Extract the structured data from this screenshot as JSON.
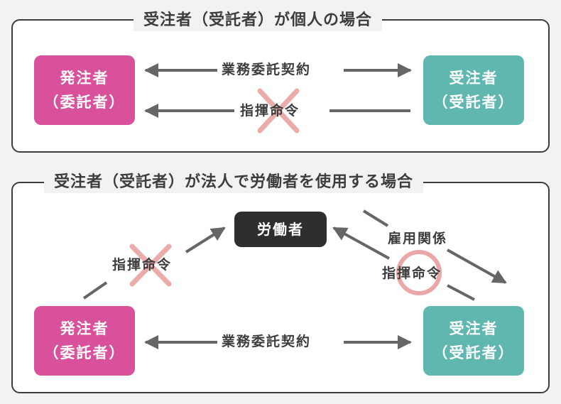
{
  "section1": {
    "title": "受注者（受託者）が個人の場合",
    "client_line1": "発注者",
    "client_line2": "（委託者）",
    "contractor_line1": "受注者",
    "contractor_line2": "（受託者）",
    "contract_label": "業務委託契約",
    "command_label": "指揮命令"
  },
  "section2": {
    "title": "受注者（受託者）が法人で労働者を使用する場合",
    "client_line1": "発注者",
    "client_line2": "（委託者）",
    "contractor_line1": "受注者",
    "contractor_line2": "（受託者）",
    "worker_label": "労働者",
    "contract_label": "業務委託契約",
    "command_label_left": "指揮命令",
    "employment_label": "雇用関係",
    "command_label_right": "指揮命令"
  },
  "colors": {
    "client": "#d8519a",
    "contractor": "#5fb7b0",
    "worker": "#2e2e2e",
    "cross_mark": "#e8a3a3",
    "circle_mark": "#e8a3a3"
  }
}
